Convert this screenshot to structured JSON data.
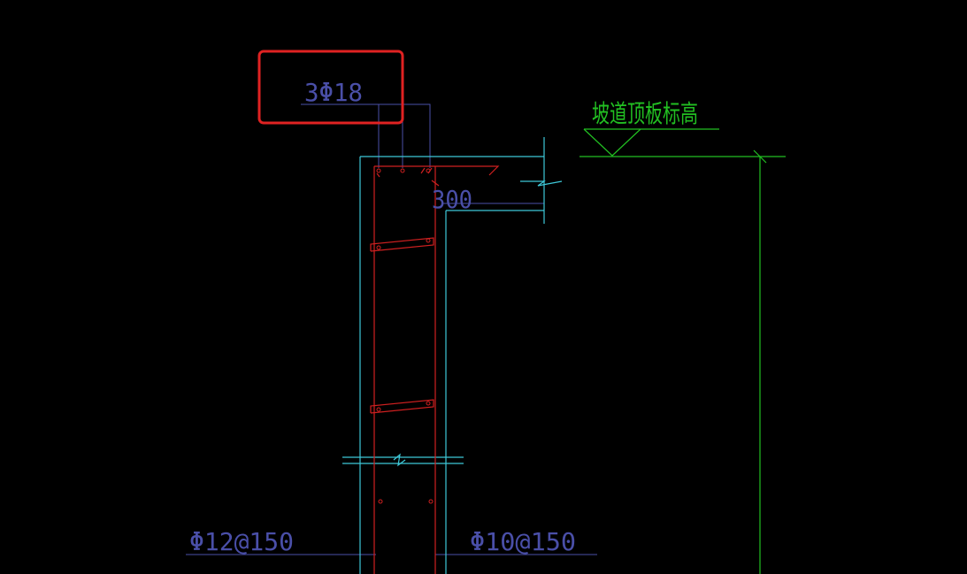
{
  "canvas": {
    "background": "#000000"
  },
  "colors": {
    "annotation": "#4a4fa8",
    "concrete_outline": "#3ec8d8",
    "rebar": "#d02020",
    "elevation": "#22c022",
    "highlight_box": "#e02222"
  },
  "annotations": {
    "top_rebar": "3Φ18",
    "wall_thickness": "300",
    "left_rebar": "Φ12@150",
    "right_rebar": "Φ10@150"
  },
  "elevation": {
    "label": "坡道顶板标高"
  }
}
